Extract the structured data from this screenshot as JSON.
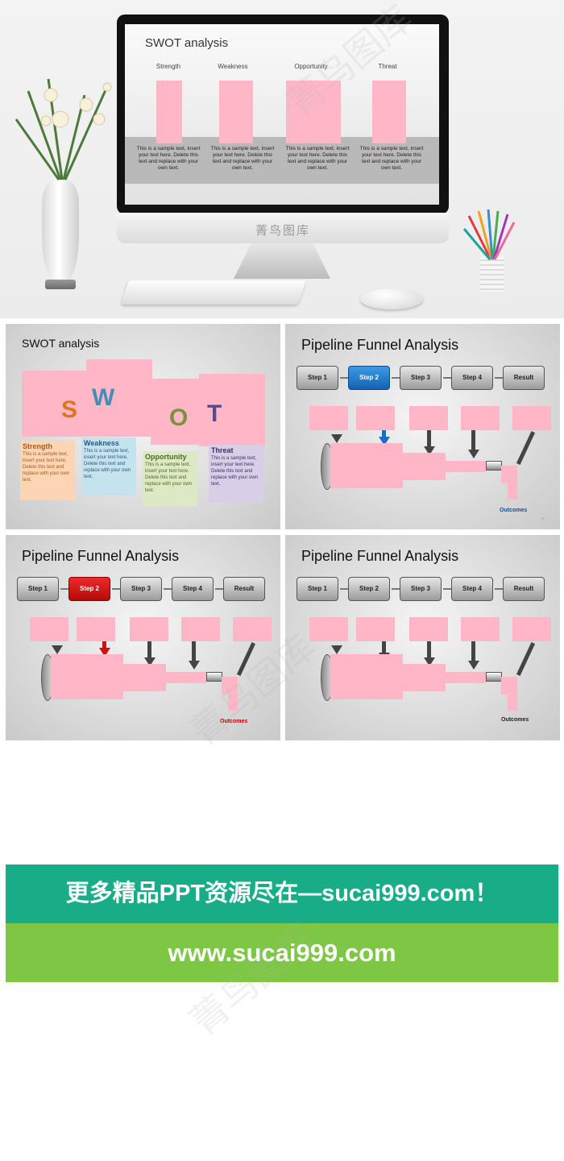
{
  "hero": {
    "slide_title": "SWOT analysis",
    "columns": [
      "Strength",
      "Weakness",
      "Opportunity",
      "Threat"
    ],
    "sample_text": "This is a sample text, insert your text here. Delete this text and replace with your own text.",
    "brand": "菁鸟图库"
  },
  "swot_slide": {
    "title": "SWOT analysis",
    "letters": [
      "S",
      "W",
      "O",
      "T"
    ],
    "cards": [
      {
        "heading": "Strength",
        "body": "This is a sample text, insert your text here. Delete this text and replace with your own text."
      },
      {
        "heading": "Weakness",
        "body": "This is a sample text, insert your text here. Delete this text and replace with your own text."
      },
      {
        "heading": "Opportunity",
        "body": "This is a sample text, insert your text here. Delete this text and replace with your own text."
      },
      {
        "heading": "Threat",
        "body": "This is a sample text, insert your text here. Delete this text and replace with your own text."
      }
    ]
  },
  "funnel": {
    "title": "Pipeline Funnel Analysis",
    "steps": [
      "Step 1",
      "Step 2",
      "Step 3",
      "Step 4",
      "Result"
    ],
    "outcomes": "Outcomes",
    "page_number": "7"
  },
  "colors": {
    "placeholder_pink": "#ffb7c8",
    "highlight_blue": "#1a6fc4",
    "highlight_red": "#d10f0f",
    "banner_teal": "#18ad86",
    "banner_green": "#7dc744"
  },
  "banners": {
    "line1": "更多精品PPT资源尽在—sucai999.com！",
    "line2": "www.sucai999.com"
  }
}
